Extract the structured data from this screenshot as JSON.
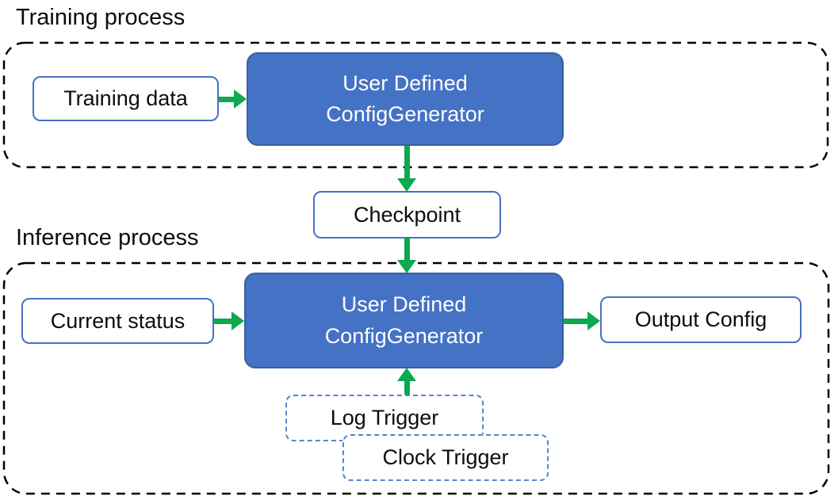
{
  "diagram": {
    "colors": {
      "box_fill": "#4472C4",
      "box_border": "#3A5F9F",
      "outline_blue": "#4472C4",
      "trigger_border": "#5585CE",
      "arrow_green": "#0CA94F",
      "container_border": "#000000",
      "text_dark": "#0d0d0d",
      "text_light": "#ffffff"
    },
    "training": {
      "label": "Training process",
      "input_box": "Training data",
      "generator_line1": "User Defined",
      "generator_line2": "ConfigGenerator"
    },
    "checkpoint_box": "Checkpoint",
    "inference": {
      "label": "Inference process",
      "input_box": "Current status",
      "generator_line1": "User Defined",
      "generator_line2": "ConfigGenerator",
      "output_box": "Output Config",
      "triggers": [
        "Log Trigger",
        "Clock Trigger"
      ]
    }
  }
}
